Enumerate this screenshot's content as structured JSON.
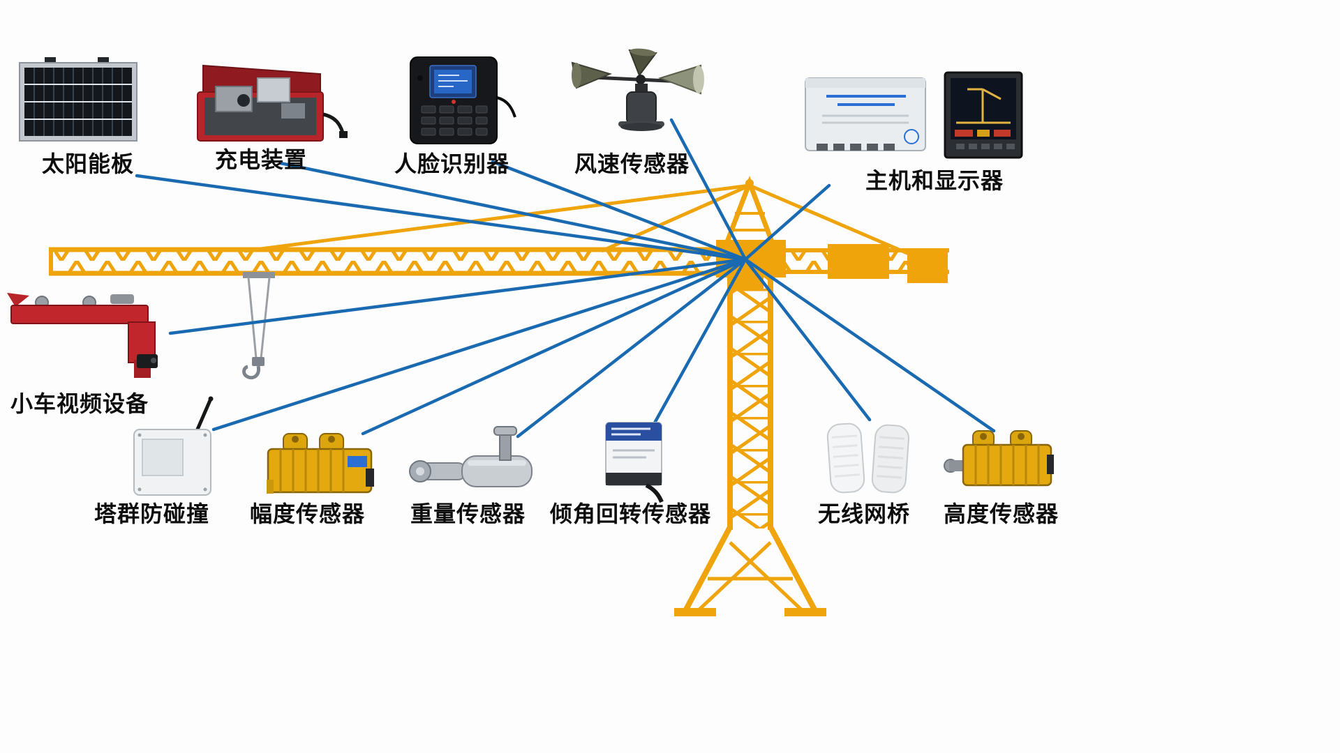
{
  "diagram": {
    "type": "radial-connection-diagram",
    "subject": "tower-crane-safety-monitoring-system",
    "theme": {
      "connector_color": "#1a6ab2",
      "crane_color": "#EFA40C",
      "background": "#fdfdfd",
      "label_color": "#0d0d0d"
    },
    "nodes": [
      {
        "id": "solar-panel",
        "label": "太阳能板"
      },
      {
        "id": "charging-device",
        "label": "充电装置"
      },
      {
        "id": "face-recognition",
        "label": "人脸识别器"
      },
      {
        "id": "wind-speed-sensor",
        "label": "风速传感器"
      },
      {
        "id": "main-unit-display",
        "label": "主机和显示器"
      },
      {
        "id": "trolley-video",
        "label": "小车视频设备"
      },
      {
        "id": "tower-anti-collision",
        "label": "塔群防碰撞"
      },
      {
        "id": "amplitude-sensor",
        "label": "幅度传感器"
      },
      {
        "id": "weight-sensor",
        "label": "重量传感器"
      },
      {
        "id": "tilt-rotation-sensor",
        "label": "倾角回转传感器"
      },
      {
        "id": "wireless-bridge",
        "label": "无线网桥"
      },
      {
        "id": "height-sensor",
        "label": "高度传感器"
      }
    ],
    "connections": [
      {
        "from": "tower-crane-hub",
        "to": "solar-panel"
      },
      {
        "from": "tower-crane-hub",
        "to": "charging-device"
      },
      {
        "from": "tower-crane-hub",
        "to": "face-recognition"
      },
      {
        "from": "tower-crane-hub",
        "to": "wind-speed-sensor"
      },
      {
        "from": "tower-crane-hub",
        "to": "main-unit-display"
      },
      {
        "from": "tower-crane-hub",
        "to": "trolley-video"
      },
      {
        "from": "tower-crane-hub",
        "to": "tower-anti-collision"
      },
      {
        "from": "tower-crane-hub",
        "to": "amplitude-sensor"
      },
      {
        "from": "tower-crane-hub",
        "to": "weight-sensor"
      },
      {
        "from": "tower-crane-hub",
        "to": "tilt-rotation-sensor"
      },
      {
        "from": "tower-crane-hub",
        "to": "wireless-bridge"
      },
      {
        "from": "tower-crane-hub",
        "to": "height-sensor"
      }
    ]
  }
}
